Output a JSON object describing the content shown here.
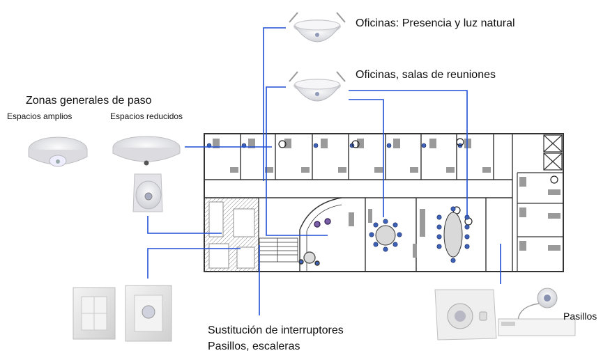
{
  "labels": {
    "offices_presence": "Oficinas: Presencia y luz natural",
    "offices_meetings": "Oficinas, salas de reuniones",
    "general_zones": "Zonas generales de paso",
    "wide_spaces": "Espacios amplios",
    "small_spaces": "Espacios reducidos",
    "switch_replacement": "Sustitución de interruptores",
    "corridors_stairs": "Pasillos, escaleras",
    "corridors": "Pasillos"
  },
  "colors": {
    "connector": "#1f4fd6",
    "wall": "#333333",
    "device": "#e9e9ec",
    "floor_fill": "#ffffff"
  },
  "icons": {
    "ceiling_sensor_top": "ceiling-presence-sensor-icon",
    "ceiling_sensor_mid": "ceiling-presence-sensor-icon",
    "surface_sensor_wide": "surface-motion-sensor-icon",
    "surface_sensor_small": "surface-motion-sensor-icon",
    "wall_sensor": "wall-motion-sensor-icon",
    "wall_switch": "wall-switch-icon",
    "wall_switch_sensor": "wall-switch-sensor-icon",
    "corridor_sensor_box": "corridor-sensor-box-icon",
    "corridor_mini_sensor": "mini-sensor-with-driver-icon"
  }
}
